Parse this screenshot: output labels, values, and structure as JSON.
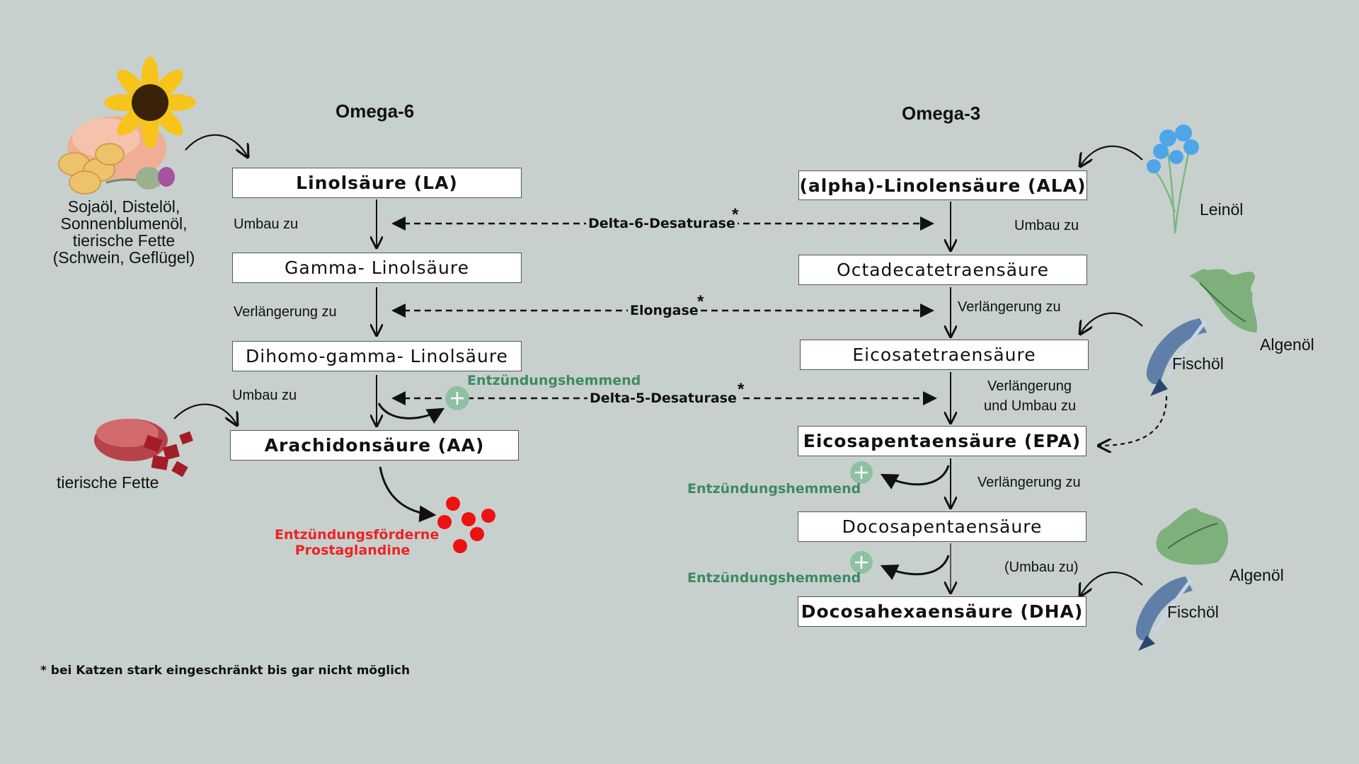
{
  "headers": {
    "omega6": "Omega-6",
    "omega3": "Omega-3"
  },
  "omega6": {
    "la": "Linolsäure (LA)",
    "gla": "Gamma- Linolsäure",
    "dgla": "Dihomo-gamma- Linolsäure",
    "aa": "Arachidonsäure (AA)",
    "step1": "Umbau zu",
    "step2": "Verlängerung zu",
    "step3": "Umbau zu"
  },
  "omega3": {
    "ala": "(alpha)-Linolensäure (ALA)",
    "sda": "Octadecatetraensäure",
    "eta": "Eicosatetraensäure",
    "epa": "Eicosapentaensäure (EPA)",
    "dpa": "Docosapentaensäure",
    "dha": "Docosahexaensäure (DHA)",
    "step1": "Umbau zu",
    "step2": "Verlängerung zu",
    "step3_line1": "Verlängerung",
    "step3_line2": "und Umbau zu",
    "step4": "Verlängerung zu",
    "step5": "(Umbau zu)"
  },
  "enzymes": {
    "d6": "Delta-6-Desaturase",
    "elongase": "Elongase",
    "d5": "Delta-5-Desaturase",
    "asterisk": "*"
  },
  "effects": {
    "anti": "Entzündungshemmend",
    "pro_line1": "Entzündungsförderne",
    "pro_line2": "Prostaglandine"
  },
  "sources": {
    "omega6_line1": "Sojaöl, Distelöl,",
    "omega6_line2": "Sonnenblumenöl,",
    "omega6_line3": "tierische Fette",
    "omega6_line4": "(Schwein, Geflügel)",
    "animal_fat": "tierische Fette",
    "linseed": "Leinöl",
    "algae": "Algenöl",
    "fish": "Fischöl"
  },
  "footnote": "* bei Katzen stark eingeschränkt bis gar nicht möglich",
  "colors": {
    "background": "#c8d0ce",
    "anti_inflammatory": "#3d8a63",
    "pro_inflammatory": "#ee2222"
  }
}
